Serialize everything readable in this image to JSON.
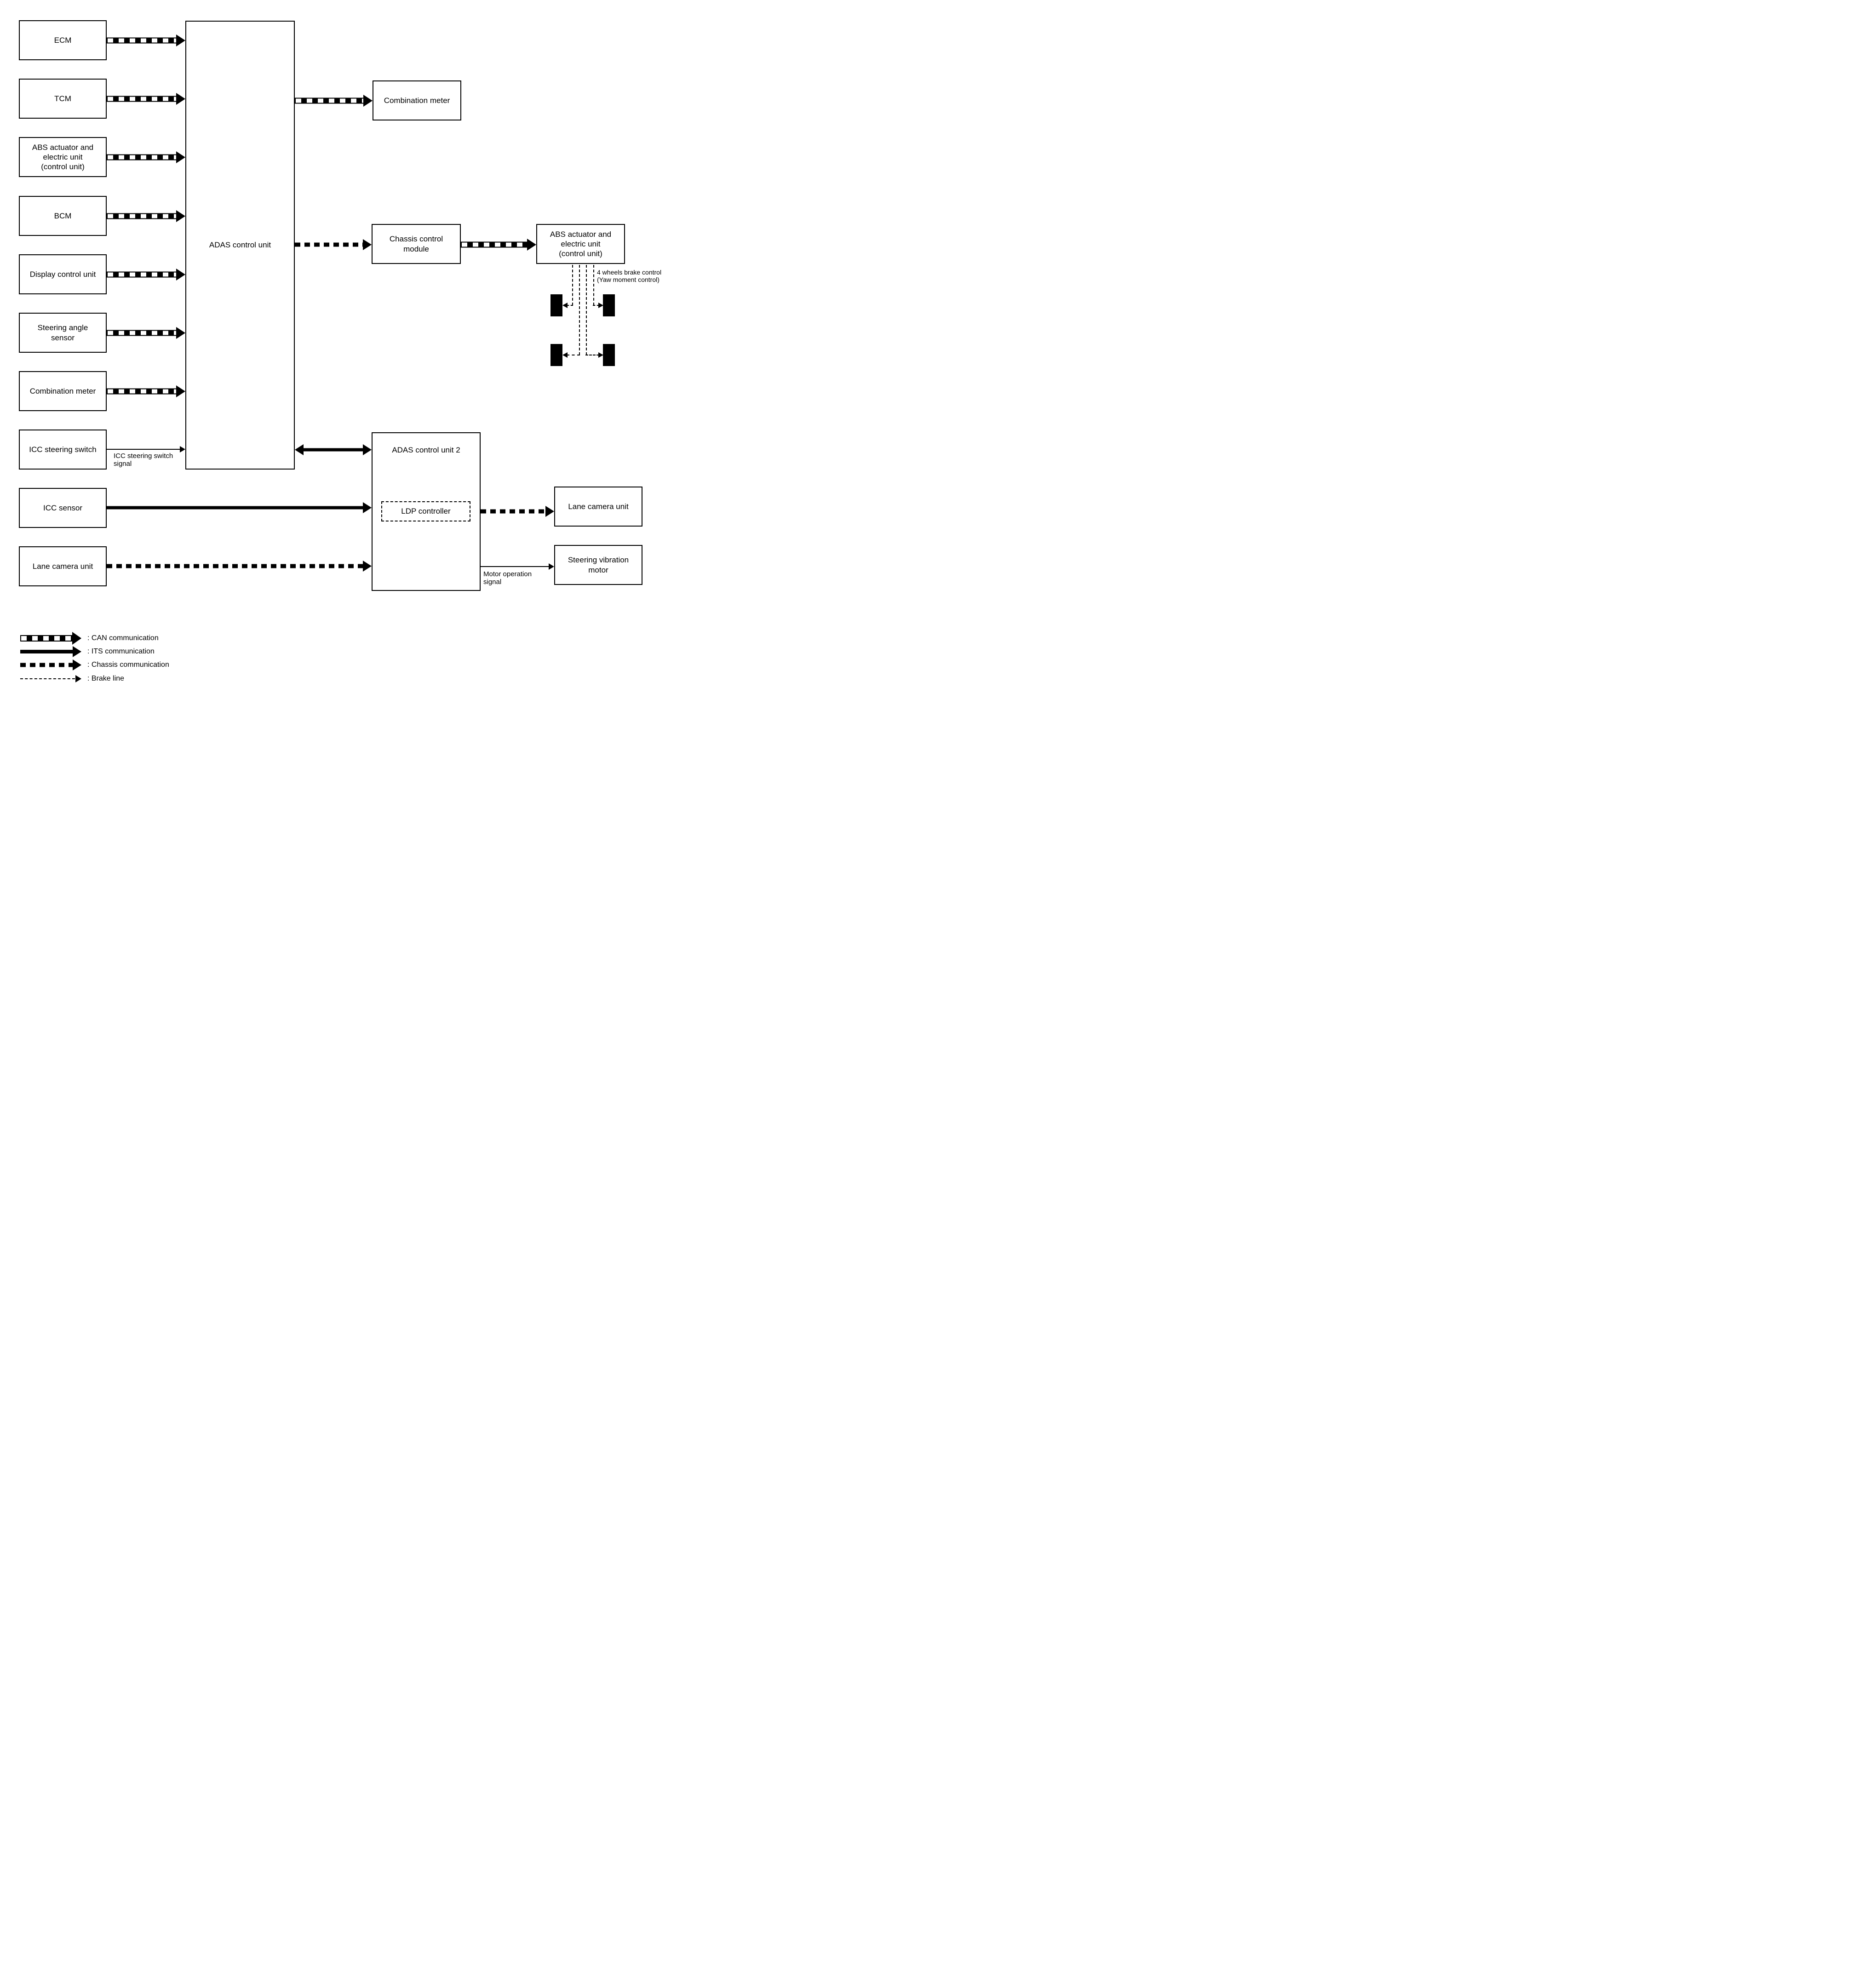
{
  "colors": {
    "ink": "#000000",
    "paper": "#ffffff"
  },
  "nodes": {
    "ecm": {
      "label": "ECM"
    },
    "tcm": {
      "label": "TCM"
    },
    "abs_left": {
      "label": "ABS actuator and\nelectric unit\n(control unit)"
    },
    "bcm": {
      "label": "BCM"
    },
    "display_control_unit": {
      "label": "Display control unit"
    },
    "steering_angle_sensor": {
      "label": "Steering angle\nsensor"
    },
    "combination_meter_left": {
      "label": "Combination meter"
    },
    "icc_steering_switch": {
      "label": "ICC steering switch"
    },
    "icc_sensor": {
      "label": "ICC sensor"
    },
    "lane_camera_left": {
      "label": "Lane camera unit"
    },
    "adas_control_unit": {
      "label": "ADAS control unit"
    },
    "combination_meter_right": {
      "label": "Combination meter"
    },
    "chassis_control_module": {
      "label": "Chassis control\nmodule"
    },
    "abs_right": {
      "label": "ABS actuator and\nelectric unit\n(control unit)"
    },
    "adas_control_unit_2": {
      "label": "ADAS control unit 2"
    },
    "ldp_controller": {
      "label": "LDP controller"
    },
    "lane_camera_right": {
      "label": "Lane camera unit"
    },
    "steering_vibration_motor": {
      "label": "Steering vibration\nmotor"
    }
  },
  "annotations": {
    "icc_steering_switch_signal": "ICC steering switch\nsignal",
    "motor_operation_signal": "Motor operation\nsignal",
    "four_wheels_brake_control": "4 wheels brake control\n(Yaw moment control)"
  },
  "legend": {
    "items": [
      {
        "type": "can",
        "label": ": CAN communication"
      },
      {
        "type": "its",
        "label": ": ITS communication"
      },
      {
        "type": "chassis",
        "label": ": Chassis communication"
      },
      {
        "type": "brake",
        "label": ": Brake line"
      }
    ]
  },
  "edges": [
    {
      "from": "ECM",
      "to": "ADAS control unit",
      "type": "CAN"
    },
    {
      "from": "TCM",
      "to": "ADAS control unit",
      "type": "CAN"
    },
    {
      "from": "ABS actuator and electric unit (control unit)",
      "to": "ADAS control unit",
      "type": "CAN"
    },
    {
      "from": "BCM",
      "to": "ADAS control unit",
      "type": "CAN"
    },
    {
      "from": "Display control unit",
      "to": "ADAS control unit",
      "type": "CAN"
    },
    {
      "from": "Steering angle sensor",
      "to": "ADAS control unit",
      "type": "CAN"
    },
    {
      "from": "Combination meter",
      "to": "ADAS control unit",
      "type": "CAN"
    },
    {
      "from": "ICC steering switch",
      "to": "ADAS control unit",
      "type": "signal",
      "label": "ICC steering switch signal"
    },
    {
      "from": "ADAS control unit",
      "to": "Combination meter",
      "type": "CAN"
    },
    {
      "from": "ADAS control unit",
      "to": "Chassis control module",
      "type": "Chassis"
    },
    {
      "from": "Chassis control module",
      "to": "ABS actuator and electric unit (control unit)",
      "type": "CAN"
    },
    {
      "from": "ABS actuator and electric unit (control unit)",
      "to": "4 wheels",
      "type": "Brake line",
      "label": "4 wheels brake control (Yaw moment control)"
    },
    {
      "from": "ADAS control unit",
      "to": "ADAS control unit 2",
      "type": "ITS",
      "bidirectional": true
    },
    {
      "from": "ICC sensor",
      "to": "ADAS control unit 2",
      "type": "ITS"
    },
    {
      "from": "Lane camera unit",
      "to": "ADAS control unit 2",
      "type": "Chassis"
    },
    {
      "from": "LDP controller",
      "to": "Lane camera unit",
      "type": "Chassis"
    },
    {
      "from": "ADAS control unit 2",
      "to": "Steering vibration motor",
      "type": "signal",
      "label": "Motor operation signal"
    }
  ]
}
